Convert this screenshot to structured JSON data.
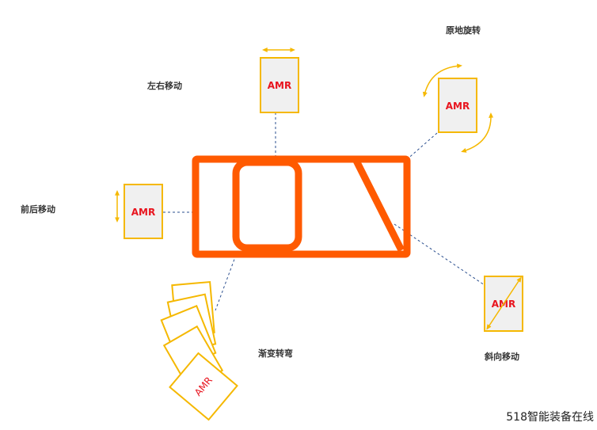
{
  "labels": {
    "lateral": "左右移动",
    "rotate": "原地旋转",
    "forward_back": "前后移动",
    "gradual_turn": "渐变转弯",
    "diagonal": "斜向移动"
  },
  "robot_label": "AMR",
  "watermark": "518智能装备在线",
  "colors": {
    "frame": "#ff5a00",
    "amr_border": "#f5b800",
    "amr_fill": "#f0f0f0",
    "amr_text": "#e8141e",
    "arrow": "#f5b800",
    "connector": "#2b4f8f"
  }
}
